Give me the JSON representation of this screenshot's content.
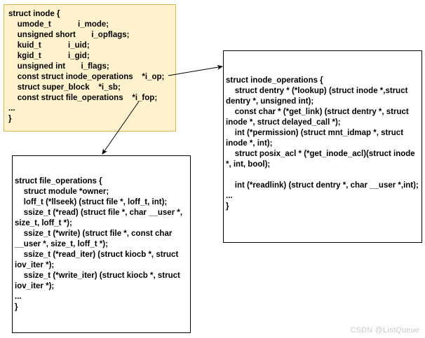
{
  "inode": {
    "lines": [
      "struct inode {",
      "    umode_t            i_mode;",
      "    unsigned short       i_opflags;",
      "    kuid_t            i_uid;",
      "    kgid_t            i_gid;",
      "    unsigned int       i_flags;",
      "    const struct inode_operations    *i_op;",
      "    struct super_block    *i_sb;",
      "    const struct file_operations    *i_fop;",
      "...",
      "}"
    ],
    "fill_color": "#fff2cc",
    "border_color": "#d6b656"
  },
  "inode_operations": {
    "lines": [
      "struct inode_operations {",
      "    struct dentry * (*lookup) (struct inode *,struct dentry *, unsigned int);",
      "    const char * (*get_link) (struct dentry *, struct inode *, struct delayed_call *);",
      "    int (*permission) (struct mnt_idmap *, struct inode *, int);",
      "    struct posix_acl * (*get_inode_acl)(struct inode *, int, bool);",
      "",
      "    int (*readlink) (struct dentry *, char __user *,int);",
      "...",
      "}"
    ]
  },
  "file_operations": {
    "lines": [
      "struct file_operations {",
      "    struct module *owner;",
      "    loff_t (*llseek) (struct file *, loff_t, int);",
      "    ssize_t (*read) (struct file *, char __user *, size_t, loff_t *);",
      "    ssize_t (*write) (struct file *, const char __user *, size_t, loff_t *);",
      "    ssize_t (*read_iter) (struct kiocb *, struct iov_iter *);",
      "    ssize_t (*write_iter) (struct kiocb *, struct iov_iter *);",
      "...",
      "}"
    ]
  },
  "watermark": "CSDN @ListQueue"
}
